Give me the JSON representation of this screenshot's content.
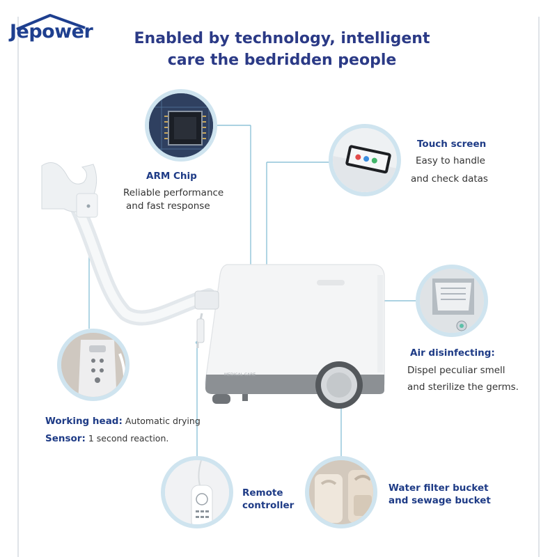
{
  "brand": {
    "logo_text": "Jepower"
  },
  "title": {
    "line1": "Enabled by technology, intelligent",
    "line2": "care the bedridden people"
  },
  "features": {
    "arm_chip": {
      "heading": "ARM Chip",
      "desc_line1": "Reliable performance",
      "desc_line2": "and fast response"
    },
    "touch_screen": {
      "heading": "Touch screen",
      "desc_line1": "Easy to handle",
      "desc_line2": "and check datas"
    },
    "air_disinfecting": {
      "heading": "Air disinfecting:",
      "desc_line1": "Dispel peculiar smell",
      "desc_line2": "and sterilize the germs."
    },
    "working_head": {
      "heading": "Working head:",
      "desc": "Automatic drying"
    },
    "sensor": {
      "heading": "Sensor:",
      "desc": "1 second reaction."
    },
    "remote": {
      "heading_line1": "Remote",
      "heading_line2": "controller"
    },
    "water_filter": {
      "heading_line1": "Water filter bucket",
      "heading_line2": "and sewage bucket"
    }
  },
  "product": {
    "body_label": "MEDICAL CARE"
  },
  "colors": {
    "heading": "#1e3b86",
    "title": "#2b3a86",
    "circle_ring": "#cfe4ef",
    "leader_line": "#8fc3d8"
  }
}
